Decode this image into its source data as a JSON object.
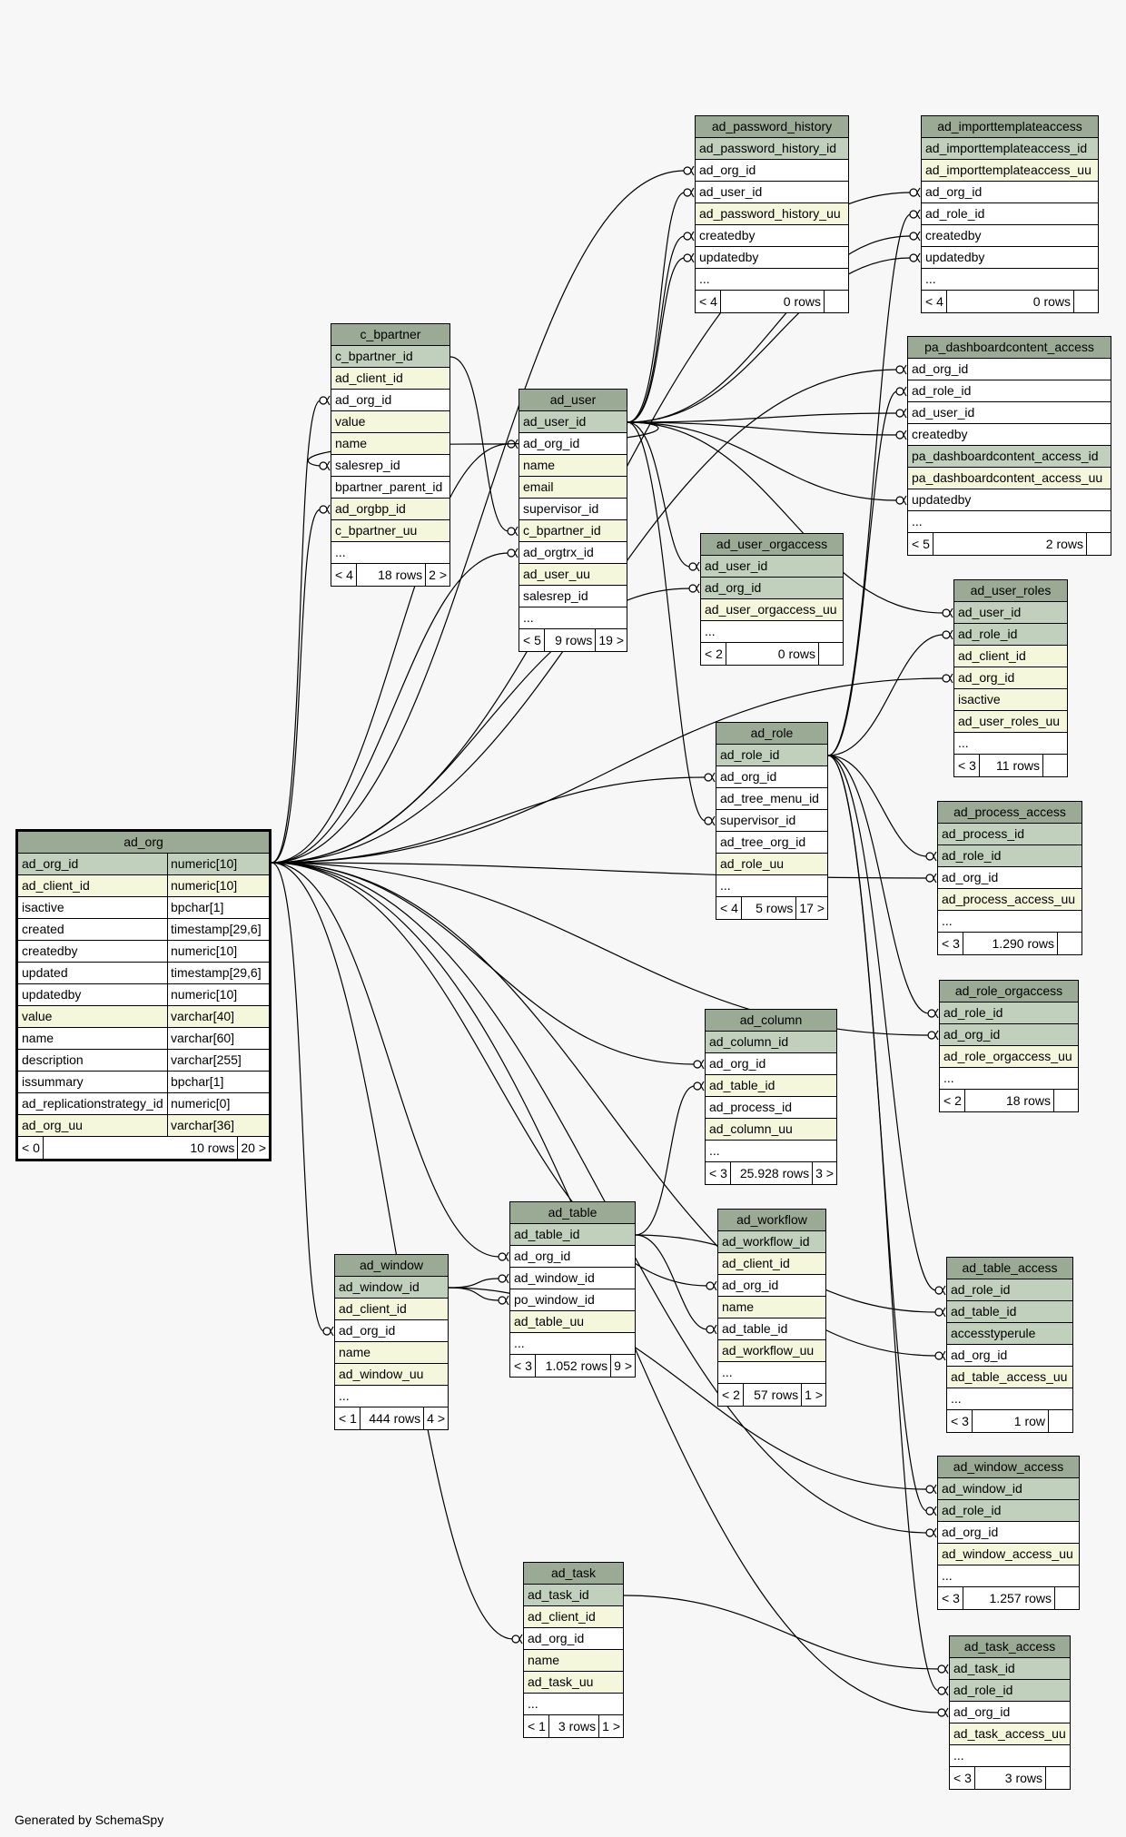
{
  "footer": "Generated by SchemaSpy",
  "colors": {
    "header": "#9baa95",
    "primary_key": "#c1d0bc",
    "indexed": "#f4f7dc",
    "plain": "#ffffff",
    "background": "#f7f7f7"
  },
  "tables": [
    {
      "id": "ad_org",
      "name": "ad_org",
      "focus": true,
      "columns": [
        {
          "name": "ad_org_id",
          "type": "numeric[10]",
          "kind": "pk"
        },
        {
          "name": "ad_client_id",
          "type": "numeric[10]",
          "kind": "idx"
        },
        {
          "name": "isactive",
          "type": "bpchar[1]",
          "kind": "plain"
        },
        {
          "name": "created",
          "type": "timestamp[29,6]",
          "kind": "plain"
        },
        {
          "name": "createdby",
          "type": "numeric[10]",
          "kind": "plain"
        },
        {
          "name": "updated",
          "type": "timestamp[29,6]",
          "kind": "plain"
        },
        {
          "name": "updatedby",
          "type": "numeric[10]",
          "kind": "plain"
        },
        {
          "name": "value",
          "type": "varchar[40]",
          "kind": "idx"
        },
        {
          "name": "name",
          "type": "varchar[60]",
          "kind": "plain"
        },
        {
          "name": "description",
          "type": "varchar[255]",
          "kind": "plain"
        },
        {
          "name": "issummary",
          "type": "bpchar[1]",
          "kind": "plain"
        },
        {
          "name": "ad_replicationstrategy_id",
          "type": "numeric[0]",
          "kind": "plain"
        },
        {
          "name": "ad_org_uu",
          "type": "varchar[36]",
          "kind": "idx"
        }
      ],
      "footer": {
        "parents": "< 0",
        "rows": "10 rows",
        "children": "20 >"
      }
    },
    {
      "id": "c_bpartner",
      "name": "c_bpartner",
      "columns": [
        {
          "name": "c_bpartner_id",
          "kind": "pk"
        },
        {
          "name": "ad_client_id",
          "kind": "idx"
        },
        {
          "name": "ad_org_id",
          "kind": "plain"
        },
        {
          "name": "value",
          "kind": "idx"
        },
        {
          "name": "name",
          "kind": "idx"
        },
        {
          "name": "salesrep_id",
          "kind": "plain"
        },
        {
          "name": "bpartner_parent_id",
          "kind": "plain"
        },
        {
          "name": "ad_orgbp_id",
          "kind": "idx"
        },
        {
          "name": "c_bpartner_uu",
          "kind": "idx"
        },
        {
          "name": "...",
          "kind": "plain"
        }
      ],
      "footer": {
        "parents": "< 4",
        "rows": "18 rows",
        "children": "2 >"
      }
    },
    {
      "id": "ad_user",
      "name": "ad_user",
      "columns": [
        {
          "name": "ad_user_id",
          "kind": "pk"
        },
        {
          "name": "ad_org_id",
          "kind": "plain"
        },
        {
          "name": "name",
          "kind": "idx"
        },
        {
          "name": "email",
          "kind": "idx"
        },
        {
          "name": "supervisor_id",
          "kind": "plain"
        },
        {
          "name": "c_bpartner_id",
          "kind": "idx"
        },
        {
          "name": "ad_orgtrx_id",
          "kind": "plain"
        },
        {
          "name": "ad_user_uu",
          "kind": "idx"
        },
        {
          "name": "salesrep_id",
          "kind": "plain"
        },
        {
          "name": "...",
          "kind": "plain"
        }
      ],
      "footer": {
        "parents": "< 5",
        "rows": "9 rows",
        "children": "19 >"
      }
    },
    {
      "id": "ad_password_history",
      "name": "ad_password_history",
      "columns": [
        {
          "name": "ad_password_history_id",
          "kind": "pk"
        },
        {
          "name": "ad_org_id",
          "kind": "plain"
        },
        {
          "name": "ad_user_id",
          "kind": "plain"
        },
        {
          "name": "ad_password_history_uu",
          "kind": "idx"
        },
        {
          "name": "createdby",
          "kind": "plain"
        },
        {
          "name": "updatedby",
          "kind": "plain"
        },
        {
          "name": "...",
          "kind": "plain"
        }
      ],
      "footer": {
        "parents": "< 4",
        "rows": "0 rows",
        "children": ""
      }
    },
    {
      "id": "ad_importtemplateaccess",
      "name": "ad_importtemplateaccess",
      "columns": [
        {
          "name": "ad_importtemplateaccess_id",
          "kind": "pk"
        },
        {
          "name": "ad_importtemplateaccess_uu",
          "kind": "idx"
        },
        {
          "name": "ad_org_id",
          "kind": "plain"
        },
        {
          "name": "ad_role_id",
          "kind": "plain"
        },
        {
          "name": "createdby",
          "kind": "plain"
        },
        {
          "name": "updatedby",
          "kind": "plain"
        },
        {
          "name": "...",
          "kind": "plain"
        }
      ],
      "footer": {
        "parents": "< 4",
        "rows": "0 rows",
        "children": ""
      }
    },
    {
      "id": "pa_dashboardcontent_access",
      "name": "pa_dashboardcontent_access",
      "columns": [
        {
          "name": "ad_org_id",
          "kind": "plain"
        },
        {
          "name": "ad_role_id",
          "kind": "plain"
        },
        {
          "name": "ad_user_id",
          "kind": "plain"
        },
        {
          "name": "createdby",
          "kind": "plain"
        },
        {
          "name": "pa_dashboardcontent_access_id",
          "kind": "pk"
        },
        {
          "name": "pa_dashboardcontent_access_uu",
          "kind": "idx"
        },
        {
          "name": "updatedby",
          "kind": "plain"
        },
        {
          "name": "...",
          "kind": "plain"
        }
      ],
      "footer": {
        "parents": "< 5",
        "rows": "2 rows",
        "children": ""
      }
    },
    {
      "id": "ad_user_orgaccess",
      "name": "ad_user_orgaccess",
      "columns": [
        {
          "name": "ad_user_id",
          "kind": "pk"
        },
        {
          "name": "ad_org_id",
          "kind": "pk"
        },
        {
          "name": "ad_user_orgaccess_uu",
          "kind": "idx"
        },
        {
          "name": "...",
          "kind": "plain"
        }
      ],
      "footer": {
        "parents": "< 2",
        "rows": "0 rows",
        "children": ""
      }
    },
    {
      "id": "ad_user_roles",
      "name": "ad_user_roles",
      "columns": [
        {
          "name": "ad_user_id",
          "kind": "pk"
        },
        {
          "name": "ad_role_id",
          "kind": "pk"
        },
        {
          "name": "ad_client_id",
          "kind": "idx"
        },
        {
          "name": "ad_org_id",
          "kind": "idx"
        },
        {
          "name": "isactive",
          "kind": "idx"
        },
        {
          "name": "ad_user_roles_uu",
          "kind": "idx"
        },
        {
          "name": "...",
          "kind": "plain"
        }
      ],
      "footer": {
        "parents": "< 3",
        "rows": "11 rows",
        "children": ""
      }
    },
    {
      "id": "ad_role",
      "name": "ad_role",
      "columns": [
        {
          "name": "ad_role_id",
          "kind": "pk"
        },
        {
          "name": "ad_org_id",
          "kind": "plain"
        },
        {
          "name": "ad_tree_menu_id",
          "kind": "plain"
        },
        {
          "name": "supervisor_id",
          "kind": "plain"
        },
        {
          "name": "ad_tree_org_id",
          "kind": "plain"
        },
        {
          "name": "ad_role_uu",
          "kind": "idx"
        },
        {
          "name": "...",
          "kind": "plain"
        }
      ],
      "footer": {
        "parents": "< 4",
        "rows": "5 rows",
        "children": "17 >"
      }
    },
    {
      "id": "ad_process_access",
      "name": "ad_process_access",
      "columns": [
        {
          "name": "ad_process_id",
          "kind": "pk"
        },
        {
          "name": "ad_role_id",
          "kind": "pk"
        },
        {
          "name": "ad_org_id",
          "kind": "plain"
        },
        {
          "name": "ad_process_access_uu",
          "kind": "idx"
        },
        {
          "name": "...",
          "kind": "plain"
        }
      ],
      "footer": {
        "parents": "< 3",
        "rows": "1.290 rows",
        "children": ""
      }
    },
    {
      "id": "ad_role_orgaccess",
      "name": "ad_role_orgaccess",
      "columns": [
        {
          "name": "ad_role_id",
          "kind": "pk"
        },
        {
          "name": "ad_org_id",
          "kind": "pk"
        },
        {
          "name": "ad_role_orgaccess_uu",
          "kind": "idx"
        },
        {
          "name": "...",
          "kind": "plain"
        }
      ],
      "footer": {
        "parents": "< 2",
        "rows": "18 rows",
        "children": ""
      }
    },
    {
      "id": "ad_column",
      "name": "ad_column",
      "columns": [
        {
          "name": "ad_column_id",
          "kind": "pk"
        },
        {
          "name": "ad_org_id",
          "kind": "plain"
        },
        {
          "name": "ad_table_id",
          "kind": "idx"
        },
        {
          "name": "ad_process_id",
          "kind": "plain"
        },
        {
          "name": "ad_column_uu",
          "kind": "idx"
        },
        {
          "name": "...",
          "kind": "plain"
        }
      ],
      "footer": {
        "parents": "< 3",
        "rows": "25.928 rows",
        "children": "3 >"
      }
    },
    {
      "id": "ad_table",
      "name": "ad_table",
      "columns": [
        {
          "name": "ad_table_id",
          "kind": "pk"
        },
        {
          "name": "ad_org_id",
          "kind": "plain"
        },
        {
          "name": "ad_window_id",
          "kind": "plain"
        },
        {
          "name": "po_window_id",
          "kind": "plain"
        },
        {
          "name": "ad_table_uu",
          "kind": "idx"
        },
        {
          "name": "...",
          "kind": "plain"
        }
      ],
      "footer": {
        "parents": "< 3",
        "rows": "1.052 rows",
        "children": "9 >"
      }
    },
    {
      "id": "ad_workflow",
      "name": "ad_workflow",
      "columns": [
        {
          "name": "ad_workflow_id",
          "kind": "pk"
        },
        {
          "name": "ad_client_id",
          "kind": "idx"
        },
        {
          "name": "ad_org_id",
          "kind": "plain"
        },
        {
          "name": "name",
          "kind": "idx"
        },
        {
          "name": "ad_table_id",
          "kind": "plain"
        },
        {
          "name": "ad_workflow_uu",
          "kind": "idx"
        },
        {
          "name": "...",
          "kind": "plain"
        }
      ],
      "footer": {
        "parents": "< 2",
        "rows": "57 rows",
        "children": "1 >"
      }
    },
    {
      "id": "ad_window",
      "name": "ad_window",
      "columns": [
        {
          "name": "ad_window_id",
          "kind": "pk"
        },
        {
          "name": "ad_client_id",
          "kind": "idx"
        },
        {
          "name": "ad_org_id",
          "kind": "plain"
        },
        {
          "name": "name",
          "kind": "idx"
        },
        {
          "name": "ad_window_uu",
          "kind": "idx"
        },
        {
          "name": "...",
          "kind": "plain"
        }
      ],
      "footer": {
        "parents": "< 1",
        "rows": "444 rows",
        "children": "4 >"
      }
    },
    {
      "id": "ad_table_access",
      "name": "ad_table_access",
      "columns": [
        {
          "name": "ad_role_id",
          "kind": "pk"
        },
        {
          "name": "ad_table_id",
          "kind": "pk"
        },
        {
          "name": "accesstyperule",
          "kind": "pk"
        },
        {
          "name": "ad_org_id",
          "kind": "plain"
        },
        {
          "name": "ad_table_access_uu",
          "kind": "idx"
        },
        {
          "name": "...",
          "kind": "plain"
        }
      ],
      "footer": {
        "parents": "< 3",
        "rows": "1 row",
        "children": ""
      }
    },
    {
      "id": "ad_window_access",
      "name": "ad_window_access",
      "columns": [
        {
          "name": "ad_window_id",
          "kind": "pk"
        },
        {
          "name": "ad_role_id",
          "kind": "pk"
        },
        {
          "name": "ad_org_id",
          "kind": "plain"
        },
        {
          "name": "ad_window_access_uu",
          "kind": "idx"
        },
        {
          "name": "...",
          "kind": "plain"
        }
      ],
      "footer": {
        "parents": "< 3",
        "rows": "1.257 rows",
        "children": ""
      }
    },
    {
      "id": "ad_task",
      "name": "ad_task",
      "columns": [
        {
          "name": "ad_task_id",
          "kind": "pk"
        },
        {
          "name": "ad_client_id",
          "kind": "idx"
        },
        {
          "name": "ad_org_id",
          "kind": "plain"
        },
        {
          "name": "name",
          "kind": "idx"
        },
        {
          "name": "ad_task_uu",
          "kind": "idx"
        },
        {
          "name": "...",
          "kind": "plain"
        }
      ],
      "footer": {
        "parents": "< 1",
        "rows": "3 rows",
        "children": "1 >"
      }
    },
    {
      "id": "ad_task_access",
      "name": "ad_task_access",
      "columns": [
        {
          "name": "ad_task_id",
          "kind": "pk"
        },
        {
          "name": "ad_role_id",
          "kind": "pk"
        },
        {
          "name": "ad_org_id",
          "kind": "plain"
        },
        {
          "name": "ad_task_access_uu",
          "kind": "idx"
        },
        {
          "name": "...",
          "kind": "plain"
        }
      ],
      "footer": {
        "parents": "< 3",
        "rows": "3 rows",
        "children": ""
      }
    }
  ]
}
